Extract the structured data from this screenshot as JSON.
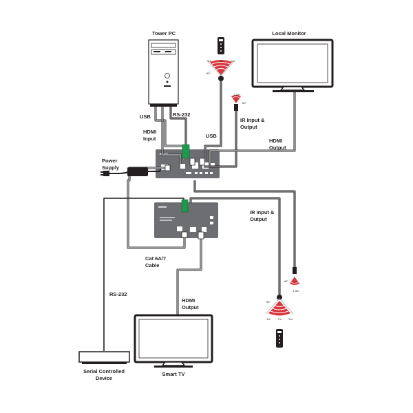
{
  "labels": {
    "tower_pc": "Tower PC",
    "local_monitor": "Local Monitor",
    "usb_left": "USB",
    "rs232_top": "RS-232",
    "hdmi_input_1": "HDMI",
    "hdmi_input_2": "Input",
    "usb_top": "USB",
    "ir_io_top_1": "IR Input &",
    "ir_io_top_2": "Output",
    "hdmi_output_top_1": "HDMI",
    "hdmi_output_top_2": "Output",
    "power_supply_1": "Power",
    "power_supply_2": "Supply",
    "ir_io_right_1": "IR Input &",
    "ir_io_right_2": "Output",
    "cat_cable_1": "Cat 6A/7",
    "cat_cable_2": "Cable",
    "rs232_left": "RS-232",
    "hdmi_output_bottom_1": "HDMI",
    "hdmi_output_bottom_2": "Output",
    "serial_device_1": "Serial Controlled",
    "serial_device_2": "Device",
    "smart_tv": "Smart TV"
  },
  "ir_top": {
    "left": "3m",
    "mid": "7m",
    "right": "3m",
    "angle": "60°"
  },
  "ir_emit_top": {
    "dist": "1.5m",
    "angle": "60°"
  },
  "ir_emit_bottom": {
    "dist": "1.5m",
    "angle": "60°"
  },
  "ir_bottom": {
    "left": "3m",
    "mid": "7m",
    "right": "3m",
    "angle": "60°"
  },
  "colors": {
    "device": "#6d6e71",
    "line": "#231f20",
    "cable_gray": "#bcbec0",
    "green": "#1a9a4a",
    "red": "#d62027"
  }
}
